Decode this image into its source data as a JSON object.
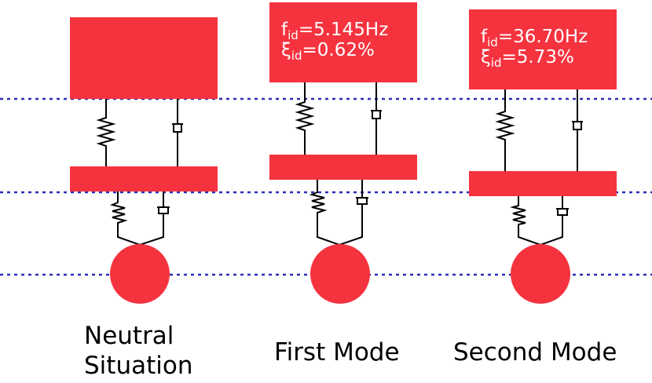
{
  "colors": {
    "mass": "#f5333f",
    "reference_line": "#2a2fb8",
    "link": "#000000",
    "text": "#000000",
    "box_text": "#ffffff"
  },
  "reference_line_style": "dotted",
  "panels": [
    {
      "id": "neutral",
      "label_lines": [
        "Neutral",
        "Situation"
      ],
      "params": []
    },
    {
      "id": "first",
      "label_lines": [
        "First Mode"
      ],
      "params": [
        {
          "symbol": "f",
          "sub": "id",
          "value": "=5.145Hz"
        },
        {
          "symbol": "ξ",
          "sub": "id",
          "value": "=0.62%"
        }
      ]
    },
    {
      "id": "second",
      "label_lines": [
        "Second Mode"
      ],
      "params": [
        {
          "symbol": "f",
          "sub": "id",
          "value": "=36.70Hz"
        },
        {
          "symbol": "ξ",
          "sub": "id",
          "value": "=5.73%"
        }
      ]
    }
  ]
}
